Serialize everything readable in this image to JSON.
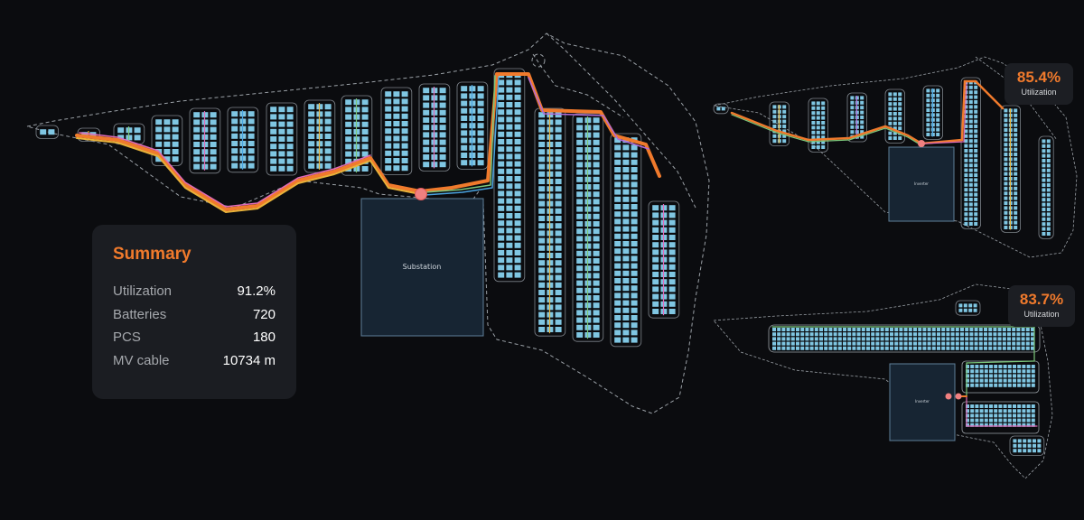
{
  "summary": {
    "title": "Summary",
    "rows": [
      {
        "label": "Utilization",
        "value": "91.2%"
      },
      {
        "label": "Batteries",
        "value": "720"
      },
      {
        "label": "PCS",
        "value": "180"
      },
      {
        "label": "MV cable",
        "value": "10734 m"
      }
    ]
  },
  "main_site": {
    "substation_label": "Substation"
  },
  "variant_top": {
    "utilization": "85.4%",
    "utilization_label": "Utilization",
    "block_label": "Inverter"
  },
  "variant_bottom": {
    "utilization": "83.7%",
    "utilization_label": "Utilization",
    "block_label": "Inverter"
  },
  "colors": {
    "background": "#0b0c0f",
    "accent": "#f07a2c",
    "battery": "#7fc6e2",
    "cable": [
      "#f07a2c",
      "#e8b23a",
      "#7bc67a",
      "#b06ad8",
      "#e06bb8",
      "#4aa3e0"
    ]
  }
}
